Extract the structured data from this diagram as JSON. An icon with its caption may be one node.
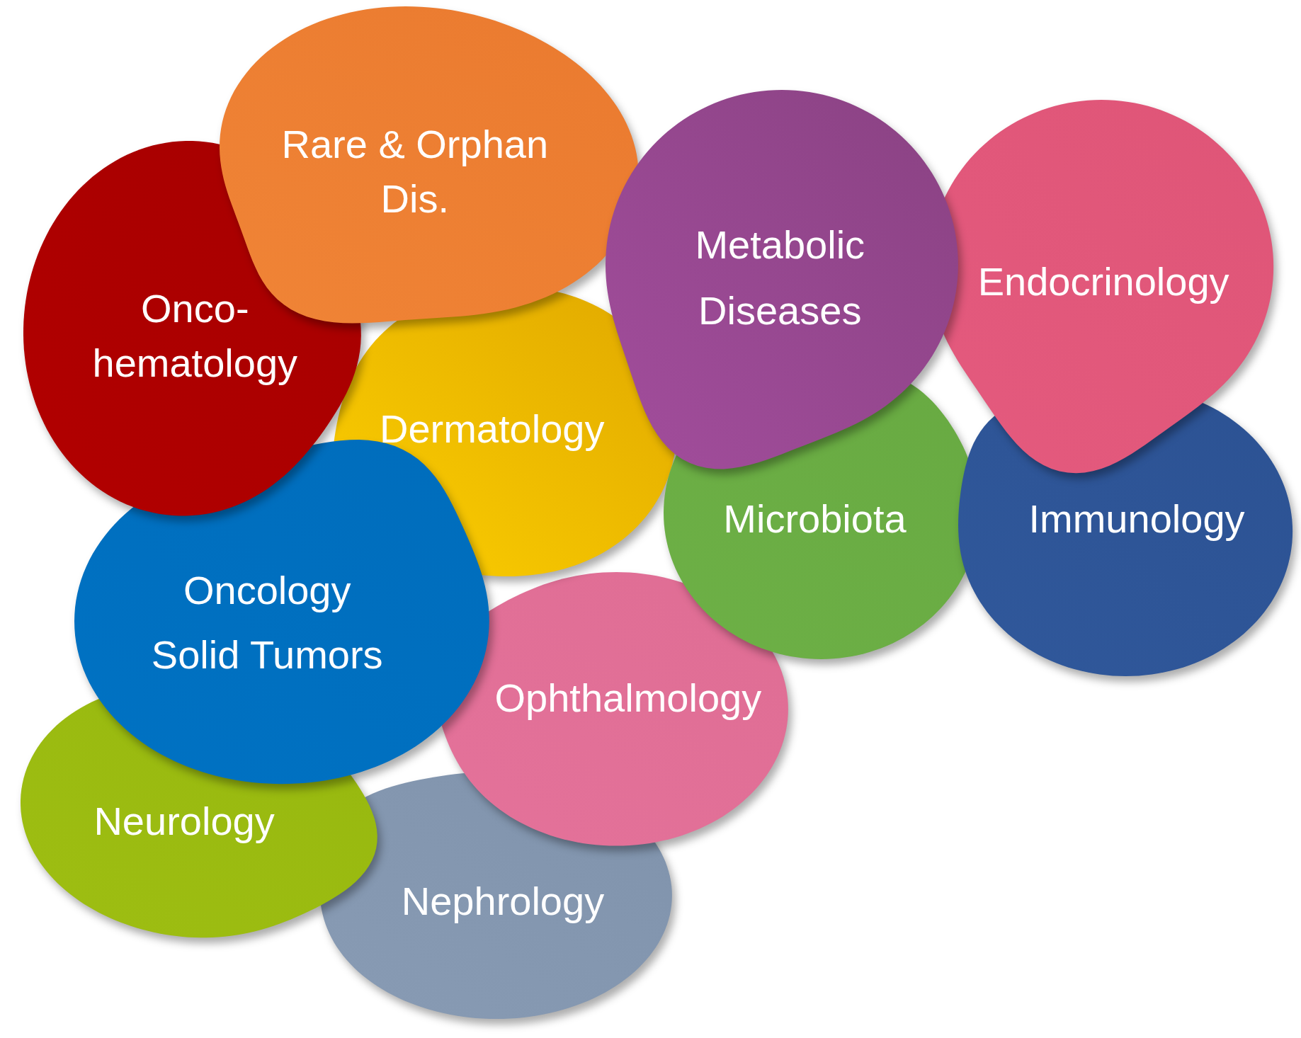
{
  "diagram": {
    "nodes": [
      {
        "text": [
          "Rare & Orphan Dis."
        ]
      },
      {
        "text": [
          "Metabolic Diseases"
        ]
      },
      {
        "text": [
          "Endocrinology"
        ]
      },
      {
        "text": [
          "Onco- hematology"
        ]
      },
      {
        "text": [
          "Dermatology"
        ]
      },
      {
        "text": [
          "Microbiota"
        ]
      },
      {
        "text": [
          "Immunology"
        ]
      },
      {
        "text": [
          "Oncology Solid Tumors"
        ]
      },
      {
        "text": [
          "Ophthalmology"
        ]
      },
      {
        "text": [
          "Neurology"
        ]
      },
      {
        "text": [
          "Nephrology"
        ]
      }
    ]
  }
}
